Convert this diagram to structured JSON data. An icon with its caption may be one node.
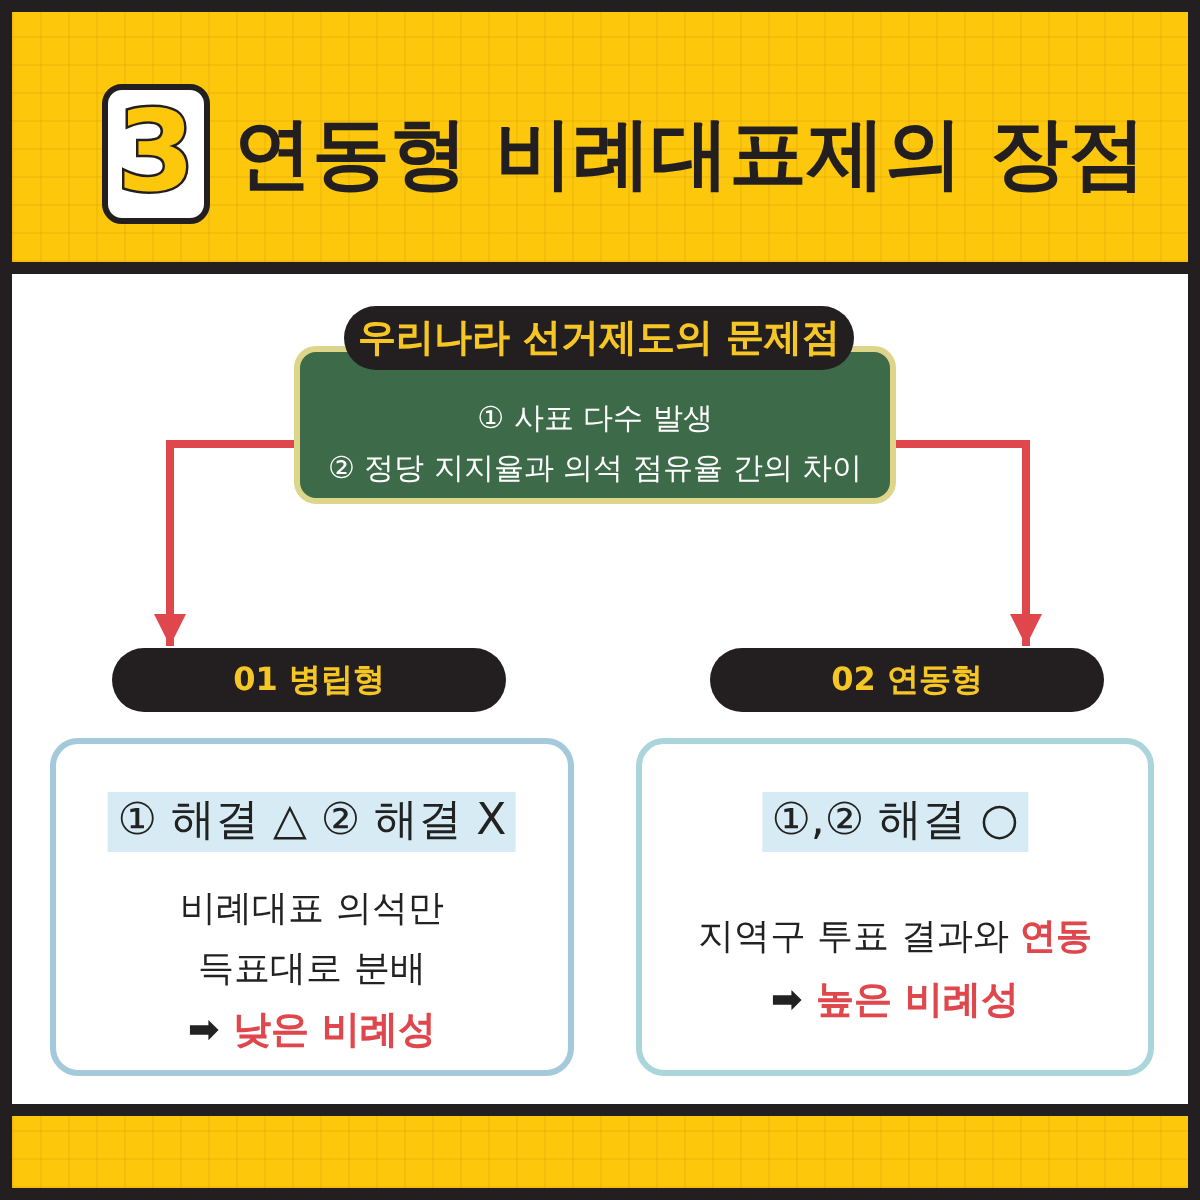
{
  "diagram": {
    "title": "연동형 비례대표제의 장점",
    "nodes": [
      {
        "text": [
          "우리나라 선거제도의 문제점"
        ]
      },
      {
        "text": [
          "① 사표 다수 발생",
          "② 정당 지지율과 의석 점유율 간의 차이"
        ]
      },
      {
        "text": [
          "01 병립형"
        ]
      },
      {
        "text": [
          "① 해결 △ ② 해결 X",
          "비례대표 의석만 득표대로 분배",
          "➡ **낮은 비례성**"
        ]
      },
      {
        "text": [
          "02 연동형"
        ]
      },
      {
        "text": [
          "①,② 해결 ○",
          "지역구 투표 결과와 **연동**",
          "➡ **높은 비례성**"
        ]
      }
    ],
    "edges": [
      {
        "from": 1,
        "to": 2,
        "arrow": "to"
      },
      {
        "from": 1,
        "to": 4,
        "arrow": "to"
      }
    ],
    "labels": [
      "3"
    ]
  }
}
